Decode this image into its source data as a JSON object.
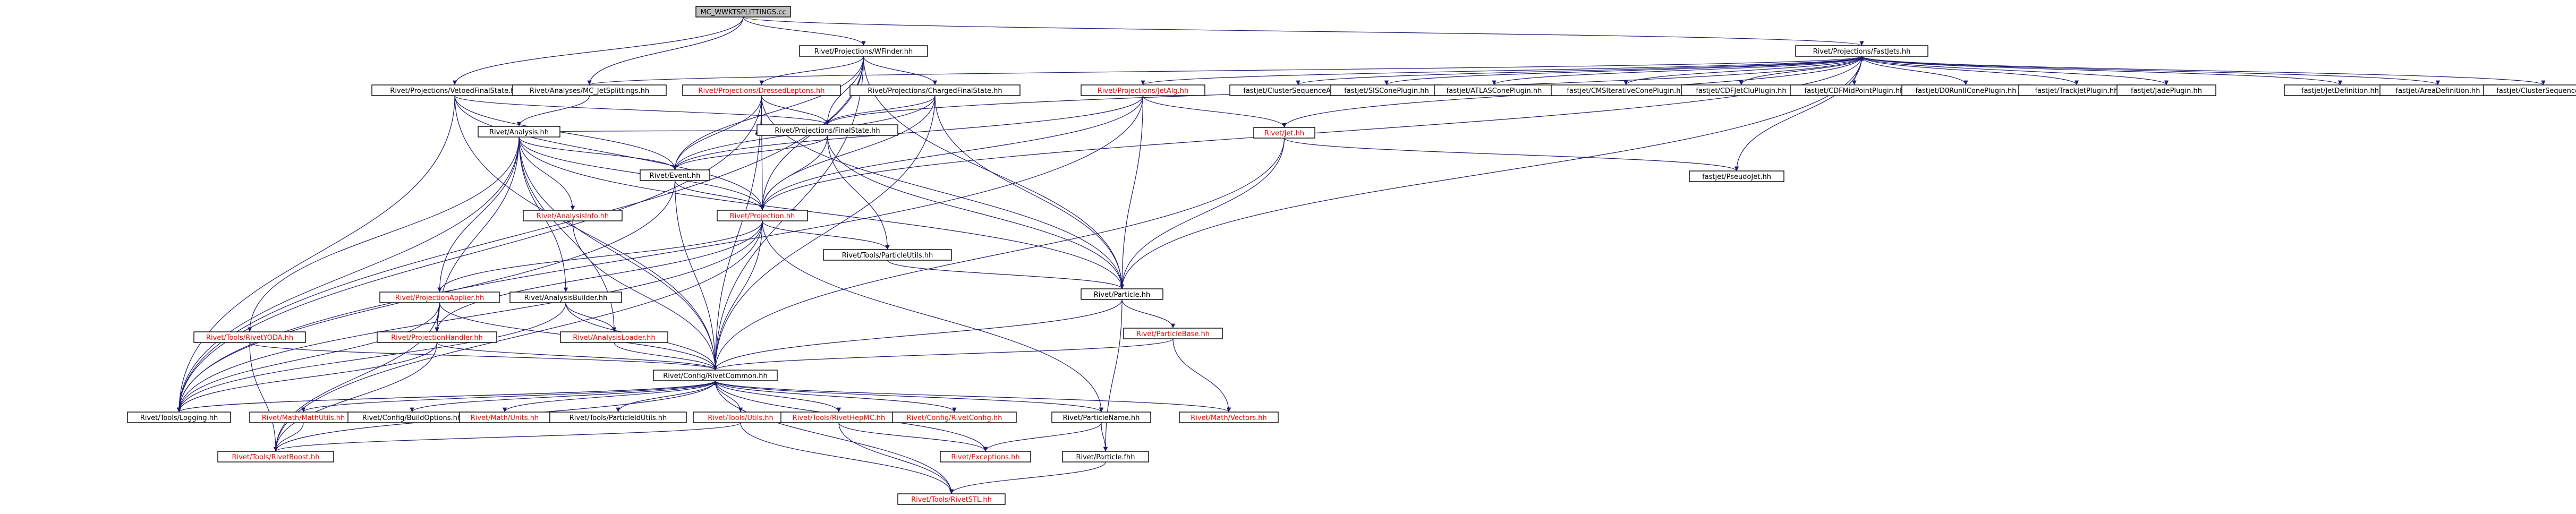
{
  "diagram": {
    "root": "MC_WWKTSPLITTINGS.cc",
    "nodes": [
      {
        "id": "root",
        "label": "MC_WWKTSPLITTINGS.cc",
        "style": "root"
      },
      {
        "id": "wfinder",
        "label": "Rivet/Projections/WFinder.hh",
        "style": "black"
      },
      {
        "id": "fastjets",
        "label": "Rivet/Projections/FastJets.hh",
        "style": "black"
      },
      {
        "id": "vetoedfs",
        "label": "Rivet/Projections/VetoedFinalState.hh",
        "style": "black"
      },
      {
        "id": "mcjetsplit",
        "label": "Rivet/Analyses/MC_JetSplittings.hh",
        "style": "black"
      },
      {
        "id": "dressedlep",
        "label": "Rivet/Projections/DressedLeptons.hh",
        "style": "red"
      },
      {
        "id": "chargedfs",
        "label": "Rivet/Projections/ChargedFinalState.hh",
        "style": "black"
      },
      {
        "id": "jetalg",
        "label": "Rivet/Projections/JetAlg.hh",
        "style": "red"
      },
      {
        "id": "analysis",
        "label": "Rivet/Analysis.hh",
        "style": "black"
      },
      {
        "id": "finalstate",
        "label": "Rivet/Projections/FinalState.hh",
        "style": "black"
      },
      {
        "id": "jet",
        "label": "Rivet/Jet.hh",
        "style": "red"
      },
      {
        "id": "event",
        "label": "Rivet/Event.hh",
        "style": "black"
      },
      {
        "id": "analysisinfo",
        "label": "Rivet/AnalysisInfo.hh",
        "style": "red"
      },
      {
        "id": "projection",
        "label": "Rivet/Projection.hh",
        "style": "red"
      },
      {
        "id": "pseudojet",
        "label": "fastjet/PseudoJet.hh",
        "style": "black"
      },
      {
        "id": "particleutils",
        "label": "Rivet/Tools/ParticleUtils.hh",
        "style": "black"
      },
      {
        "id": "particle",
        "label": "Rivet/Particle.hh",
        "style": "black"
      },
      {
        "id": "projapplier",
        "label": "Rivet/ProjectionApplier.hh",
        "style": "red"
      },
      {
        "id": "analysisbuilder",
        "label": "Rivet/AnalysisBuilder.hh",
        "style": "black"
      },
      {
        "id": "particlebase",
        "label": "Rivet/ParticleBase.hh",
        "style": "red"
      },
      {
        "id": "rivetyoda",
        "label": "Rivet/Tools/RivetYODA.hh",
        "style": "red"
      },
      {
        "id": "projhandler",
        "label": "Rivet/ProjectionHandler.hh",
        "style": "red"
      },
      {
        "id": "analysisloader",
        "label": "Rivet/AnalysisLoader.hh",
        "style": "red"
      },
      {
        "id": "rivetcommon",
        "label": "Rivet/Config/RivetCommon.hh",
        "style": "black"
      },
      {
        "id": "logging",
        "label": "Rivet/Tools/Logging.hh",
        "style": "black"
      },
      {
        "id": "mathutils",
        "label": "Rivet/Math/MathUtils.hh",
        "style": "red"
      },
      {
        "id": "buildoptions",
        "label": "Rivet/Config/BuildOptions.hh",
        "style": "black"
      },
      {
        "id": "mathunits",
        "label": "Rivet/Math/Units.hh",
        "style": "red"
      },
      {
        "id": "particleidutils",
        "label": "Rivet/Tools/ParticleIdUtils.hh",
        "style": "black"
      },
      {
        "id": "toolsutils",
        "label": "Rivet/Tools/Utils.hh",
        "style": "red"
      },
      {
        "id": "rivethepmc",
        "label": "Rivet/Tools/RivetHepMC.hh",
        "style": "red"
      },
      {
        "id": "rivetconfig",
        "label": "Rivet/Config/RivetConfig.hh",
        "style": "red"
      },
      {
        "id": "particlename",
        "label": "Rivet/ParticleName.hh",
        "style": "black"
      },
      {
        "id": "mathvectors",
        "label": "Rivet/Math/Vectors.hh",
        "style": "red"
      },
      {
        "id": "rivetboost",
        "label": "Rivet/Tools/RivetBoost.hh",
        "style": "red"
      },
      {
        "id": "exceptions",
        "label": "Rivet/Exceptions.hh",
        "style": "red"
      },
      {
        "id": "particlefwd",
        "label": "Rivet/Particle.fhh",
        "style": "black"
      },
      {
        "id": "rivetstl",
        "label": "Rivet/Tools/RivetSTL.hh",
        "style": "red"
      },
      {
        "id": "csarea",
        "label": "fastjet/ClusterSequenceArea.hh",
        "style": "black"
      },
      {
        "id": "siscone",
        "label": "fastjet/SISConePlugin.hh",
        "style": "black"
      },
      {
        "id": "atlascone",
        "label": "fastjet/ATLASConePlugin.hh",
        "style": "black"
      },
      {
        "id": "cmsitcone",
        "label": "fastjet/CMSIterativeConePlugin.hh",
        "style": "black"
      },
      {
        "id": "cdfjetclu",
        "label": "fastjet/CDFJetCluPlugin.hh",
        "style": "black"
      },
      {
        "id": "cdfmidpoint",
        "label": "fastjet/CDFMidPointPlugin.hh",
        "style": "black"
      },
      {
        "id": "d0runii",
        "label": "fastjet/D0RunIIConePlugin.hh",
        "style": "black"
      },
      {
        "id": "trackjet",
        "label": "fastjet/TrackJetPlugin.hh",
        "style": "black"
      },
      {
        "id": "jade",
        "label": "fastjet/JadePlugin.hh",
        "style": "black"
      },
      {
        "id": "jetdef",
        "label": "fastjet/JetDefinition.hh",
        "style": "black"
      },
      {
        "id": "areadef",
        "label": "fastjet/AreaDefinition.hh",
        "style": "black"
      },
      {
        "id": "clusterseq",
        "label": "fastjet/ClusterSequence.hh",
        "style": "black"
      }
    ],
    "edges": [
      [
        "root",
        "wfinder"
      ],
      [
        "root",
        "fastjets"
      ],
      [
        "root",
        "vetoedfs"
      ],
      [
        "root",
        "mcjetsplit"
      ],
      [
        "wfinder",
        "dressedlep"
      ],
      [
        "wfinder",
        "chargedfs"
      ],
      [
        "wfinder",
        "finalstate"
      ],
      [
        "wfinder",
        "event"
      ],
      [
        "wfinder",
        "projection"
      ],
      [
        "wfinder",
        "particle"
      ],
      [
        "wfinder",
        "rivetcommon"
      ],
      [
        "wfinder",
        "logging"
      ],
      [
        "fastjets",
        "jetalg"
      ],
      [
        "fastjets",
        "jet"
      ],
      [
        "fastjets",
        "pseudojet"
      ],
      [
        "fastjets",
        "finalstate"
      ],
      [
        "fastjets",
        "particle"
      ],
      [
        "fastjets",
        "projection"
      ],
      [
        "fastjets",
        "csarea"
      ],
      [
        "fastjets",
        "siscone"
      ],
      [
        "fastjets",
        "atlascone"
      ],
      [
        "fastjets",
        "cmsitcone"
      ],
      [
        "fastjets",
        "cdfjetclu"
      ],
      [
        "fastjets",
        "cdfmidpoint"
      ],
      [
        "fastjets",
        "d0runii"
      ],
      [
        "fastjets",
        "trackjet"
      ],
      [
        "fastjets",
        "jade"
      ],
      [
        "fastjets",
        "jetdef"
      ],
      [
        "fastjets",
        "areadef"
      ],
      [
        "fastjets",
        "clusterseq"
      ],
      [
        "vetoedfs",
        "finalstate"
      ],
      [
        "vetoedfs",
        "event"
      ],
      [
        "vetoedfs",
        "projection"
      ],
      [
        "vetoedfs",
        "rivetcommon"
      ],
      [
        "vetoedfs",
        "logging"
      ],
      [
        "mcjetsplit",
        "analysis"
      ],
      [
        "mcjetsplit",
        "fastjets"
      ],
      [
        "dressedlep",
        "finalstate"
      ],
      [
        "dressedlep",
        "event"
      ],
      [
        "dressedlep",
        "projection"
      ],
      [
        "dressedlep",
        "particle"
      ],
      [
        "dressedlep",
        "rivetcommon"
      ],
      [
        "dressedlep",
        "logging"
      ],
      [
        "chargedfs",
        "finalstate"
      ],
      [
        "chargedfs",
        "event"
      ],
      [
        "chargedfs",
        "projection"
      ],
      [
        "chargedfs",
        "particle"
      ],
      [
        "chargedfs",
        "rivetcommon"
      ],
      [
        "jetalg",
        "jet"
      ],
      [
        "jetalg",
        "event"
      ],
      [
        "jetalg",
        "projection"
      ],
      [
        "jetalg",
        "particle"
      ],
      [
        "jetalg",
        "logging"
      ],
      [
        "analysis",
        "finalstate"
      ],
      [
        "analysis",
        "event"
      ],
      [
        "analysis",
        "analysisinfo"
      ],
      [
        "analysis",
        "projection"
      ],
      [
        "analysis",
        "projapplier"
      ],
      [
        "analysis",
        "analysisbuilder"
      ],
      [
        "analysis",
        "rivetyoda"
      ],
      [
        "analysis",
        "projhandler"
      ],
      [
        "analysis",
        "analysisloader"
      ],
      [
        "analysis",
        "particle"
      ],
      [
        "analysis",
        "logging"
      ],
      [
        "analysis",
        "rivetcommon"
      ],
      [
        "finalstate",
        "projection"
      ],
      [
        "finalstate",
        "particle"
      ],
      [
        "finalstate",
        "particleutils"
      ],
      [
        "finalstate",
        "event"
      ],
      [
        "jet",
        "particle"
      ],
      [
        "jet",
        "pseudojet"
      ],
      [
        "jet",
        "rivetcommon"
      ],
      [
        "event",
        "projection"
      ],
      [
        "event",
        "rivetcommon"
      ],
      [
        "event",
        "logging"
      ],
      [
        "analysisinfo",
        "rivetcommon"
      ],
      [
        "projection",
        "projapplier"
      ],
      [
        "projection",
        "projhandler"
      ],
      [
        "projection",
        "rivetcommon"
      ],
      [
        "projection",
        "particlename"
      ],
      [
        "projection",
        "rivetboost"
      ],
      [
        "projection",
        "logging"
      ],
      [
        "projection",
        "particleutils"
      ],
      [
        "particleutils",
        "particle"
      ],
      [
        "particle",
        "particlebase"
      ],
      [
        "particle",
        "rivetcommon"
      ],
      [
        "particle",
        "particlefwd"
      ],
      [
        "projapplier",
        "projhandler"
      ],
      [
        "projapplier",
        "logging"
      ],
      [
        "projapplier",
        "rivetcommon"
      ],
      [
        "projapplier",
        "rivetboost"
      ],
      [
        "analysisbuilder",
        "analysisloader"
      ],
      [
        "analysisbuilder",
        "rivetcommon"
      ],
      [
        "analysisbuilder",
        "logging"
      ],
      [
        "particlebase",
        "rivetcommon"
      ],
      [
        "particlebase",
        "mathvectors"
      ],
      [
        "rivetyoda",
        "rivetcommon"
      ],
      [
        "rivetyoda",
        "rivetboost"
      ],
      [
        "projhandler",
        "rivetcommon"
      ],
      [
        "projhandler",
        "logging"
      ],
      [
        "projhandler",
        "rivetboost"
      ],
      [
        "analysisloader",
        "rivetcommon"
      ],
      [
        "rivetcommon",
        "logging"
      ],
      [
        "rivetcommon",
        "mathutils"
      ],
      [
        "rivetcommon",
        "buildoptions"
      ],
      [
        "rivetcommon",
        "mathunits"
      ],
      [
        "rivetcommon",
        "particleidutils"
      ],
      [
        "rivetcommon",
        "toolsutils"
      ],
      [
        "rivetcommon",
        "rivethepmc"
      ],
      [
        "rivetcommon",
        "rivetconfig"
      ],
      [
        "rivetcommon",
        "particlename"
      ],
      [
        "rivetcommon",
        "mathvectors"
      ],
      [
        "rivetcommon",
        "rivetboost"
      ],
      [
        "rivetcommon",
        "exceptions"
      ],
      [
        "rivetcommon",
        "rivetstl"
      ],
      [
        "mathutils",
        "rivetboost"
      ],
      [
        "toolsutils",
        "rivetboost"
      ],
      [
        "toolsutils",
        "rivetstl"
      ],
      [
        "rivethepmc",
        "exceptions"
      ],
      [
        "rivethepmc",
        "rivetstl"
      ],
      [
        "particlename",
        "exceptions"
      ],
      [
        "particlename",
        "particlefwd"
      ],
      [
        "particlefwd",
        "rivetstl"
      ],
      [
        "logging",
        "rivetcommon"
      ]
    ]
  }
}
